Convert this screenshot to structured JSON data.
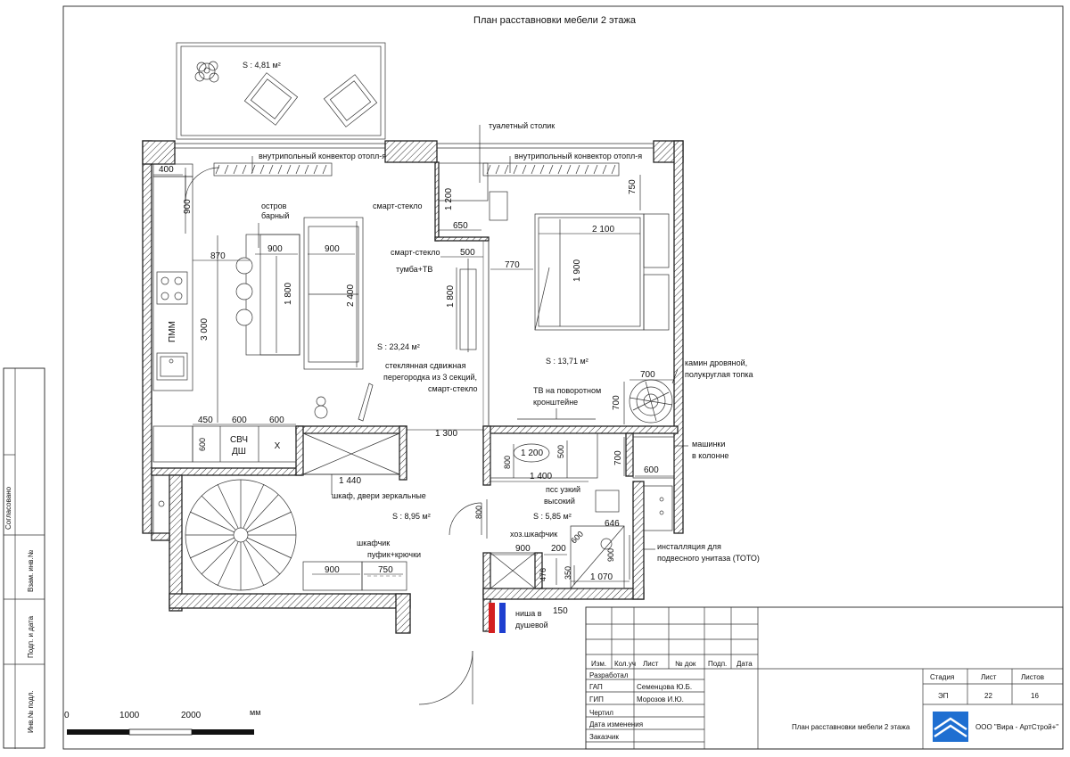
{
  "sheet_title": "План расставновки мебели 2 этажа",
  "rooms": {
    "balcony_area": "S : 4,81 м²",
    "living_area": "S : 23,24 м²",
    "bedroom_area": "S : 13,71 м²",
    "hall_area": "S : 8,95 м²",
    "bath_area": "S : 5,85 м²"
  },
  "labels": {
    "convector_left": "внутрипольный конвектор отопл-я",
    "convector_right": "внутрипольный конвектор отопл-я",
    "dressing_table": "туалетный столик",
    "island_1": "остров",
    "island_2": "барный",
    "smart_glass_1": "смарт-стекло",
    "smart_glass_2": "смарт-стекло",
    "tv_stand": "тумба+ТВ",
    "glass_partition_1": "стеклянная сдвижная",
    "glass_partition_2": "перегородка из 3 секций,",
    "glass_partition_3": "смарт-стекло",
    "tv_bracket_1": "ТВ на поворотном",
    "tv_bracket_2": "кронштейне",
    "fireplace_1": "камин дровяной,",
    "fireplace_2": "полукруглая топка",
    "washers_1": "машинки",
    "washers_2": "в колонне",
    "pss_1": "псс узкий",
    "pss_2": "высокий",
    "wardrobe": "шкаф, двери зеркальные",
    "cabinet": "шкафчик",
    "pouf": "пуфик+крючки",
    "utility_cabinet": "хоз.шкафчик",
    "installation_1": "инсталляция для",
    "installation_2": "подвесного унитаза (ТОТО)",
    "shower_niche_1": "ниша в",
    "shower_niche_2": "душевой",
    "pmm": "ПММ",
    "microwave": "СВЧ",
    "oven": "ДШ",
    "fridge": "Х"
  },
  "dimensions": {
    "d400": "400",
    "d900_a": "900",
    "d870": "870",
    "d3000": "3 000",
    "d900_b": "900",
    "d900_c": "900",
    "d1800_a": "1 800",
    "d2400": "2 400",
    "d1200_a": "1 200",
    "d650": "650",
    "d500_a": "500",
    "d1800_b": "1 800",
    "d770": "770",
    "d2100": "2 100",
    "d1900": "1 900",
    "d750_a": "750",
    "d700_a": "700",
    "d700_b": "700",
    "d450": "450",
    "d600_a": "600",
    "d600_b": "600",
    "d600_c": "600",
    "d1300": "1 300",
    "d1200_b": "1 200",
    "d800_a": "800",
    "d500_b": "500",
    "d1400": "1 400",
    "d700_c": "700",
    "d600_d": "600",
    "d1440": "1 440",
    "d800_b": "800",
    "d646": "646",
    "d900_d": "900",
    "d200": "200",
    "d600_e": "600",
    "d900_e": "900",
    "d476": "476",
    "d350": "350",
    "d1070": "1 070",
    "d150": "150",
    "d900_f": "900",
    "d750_b": "750"
  },
  "scale_bar": {
    "t0": "0",
    "t1": "1000",
    "t2": "2000",
    "unit": "мм"
  },
  "side_stamp": {
    "agreed": "Согласовано",
    "inv_vz": "Взам. инв.№",
    "sign_date": "Подп. и дата",
    "inv_orig": "Инв.№ подл."
  },
  "title_block": {
    "col_headers": [
      "Изм.",
      "Кол.уч",
      "Лист",
      "№ док",
      "Подп.",
      "Дата"
    ],
    "developed": "Разработал",
    "gap_role": "ГАП",
    "gap_name": "Семенцова Ю.Б.",
    "gip_role": "ГИП",
    "gip_name": "Морозов И.Ю.",
    "drafted": "Чертил",
    "change_date": "Дата изменения",
    "customer": "Заказчик",
    "stage_h": "Стадия",
    "sheet_h": "Лист",
    "sheets_h": "Листов",
    "stage_v": "ЭП",
    "sheet_v": "22",
    "sheets_v": "16",
    "drawing_title": "План расставновки мебели 2 этажа",
    "company": "ООО \"Вира - АртСтрой+\""
  },
  "colors": {
    "line": "#222222",
    "hatch": "#333333",
    "hot_pipe": "#d42020",
    "cold_pipe": "#1e3fd0",
    "logo": "#1f6fd1"
  }
}
